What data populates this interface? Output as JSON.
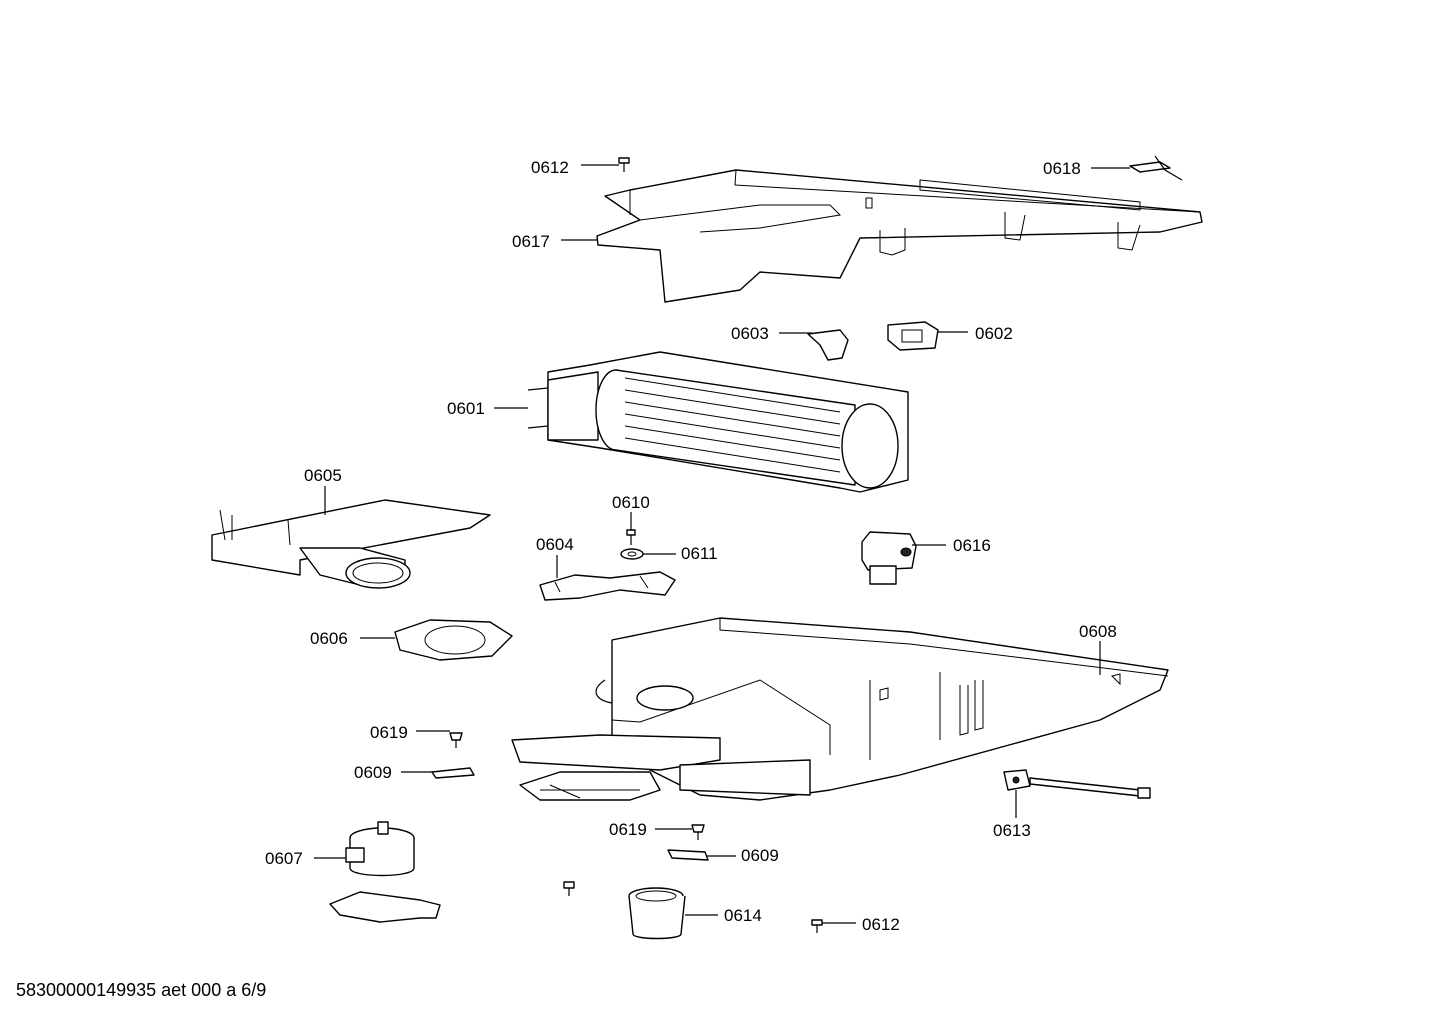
{
  "callouts": {
    "c0612_top": "0612",
    "c0618": "0618",
    "c0617": "0617",
    "c0603": "0603",
    "c0602": "0602",
    "c0601": "0601",
    "c0605": "0605",
    "c0610": "0610",
    "c0604": "0604",
    "c0611": "0611",
    "c0616": "0616",
    "c0606": "0606",
    "c0608": "0608",
    "c0619_a": "0619",
    "c0609_a": "0609",
    "c0613": "0613",
    "c0619_b": "0619",
    "c0609_b": "0609",
    "c0607": "0607",
    "c0614": "0614",
    "c0612_bottom": "0612"
  },
  "footer": {
    "document_id": "58300000149935 aet 000 a 6/9"
  }
}
